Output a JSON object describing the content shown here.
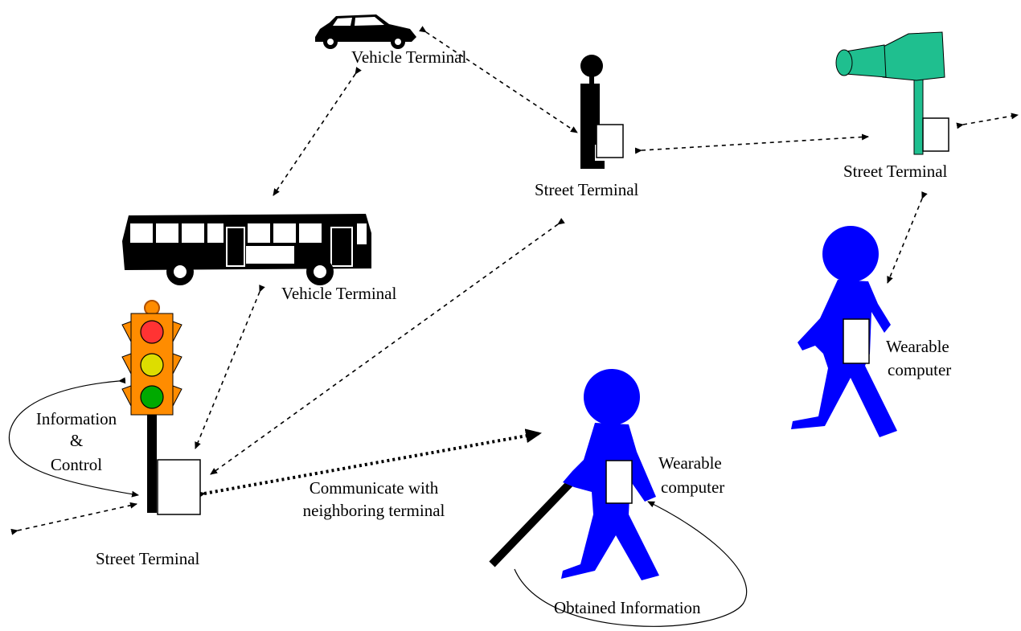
{
  "labels": {
    "vehicle_car": "Vehicle Terminal",
    "vehicle_bus": "Vehicle Terminal",
    "street_pedestrian": "Street Terminal",
    "street_camera": "Street Terminal",
    "street_traffic": "Street Terminal",
    "info_control_line1": "Information",
    "info_control_line2": "&",
    "info_control_line3": "Control",
    "communicate_line1": "Communicate with",
    "communicate_line2": "neighboring terminal",
    "wearable_right_line1": "Wearable",
    "wearable_right_line2": "computer",
    "wearable_blind_line1": "Wearable",
    "wearable_blind_line2": "computer",
    "obtained": "Obtained Information"
  },
  "colors": {
    "person": "#0000ff",
    "camera": "#1fbf8f",
    "traffic_light_body": "#ff8c00",
    "light_red": "#ff3333",
    "light_yellow": "#dddd00",
    "light_green": "#00aa00",
    "figure": "#000000"
  },
  "icons": [
    "car-icon",
    "bus-icon",
    "pedestrian-icon",
    "camera-icon",
    "traffic-light-icon",
    "walking-person-icon",
    "blind-person-icon"
  ]
}
